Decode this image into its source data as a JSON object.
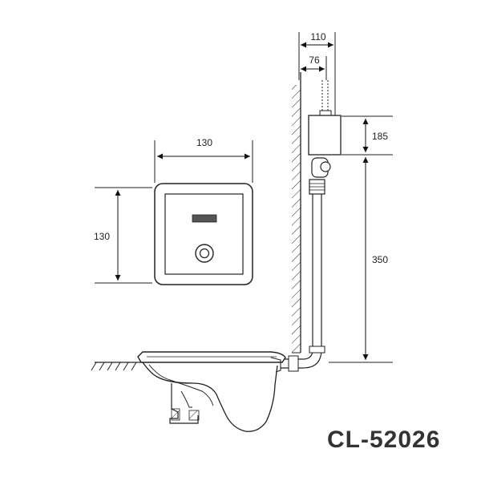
{
  "model": "CL-52026",
  "dimensions": {
    "panel_width": "130",
    "panel_height": "130",
    "wall_depth": "110",
    "pipe_offset": "76",
    "box_height": "185",
    "pipe_height": "350"
  },
  "colors": {
    "line": "#222222",
    "panel_fill": "#ffffff",
    "sensor": "#555555"
  }
}
